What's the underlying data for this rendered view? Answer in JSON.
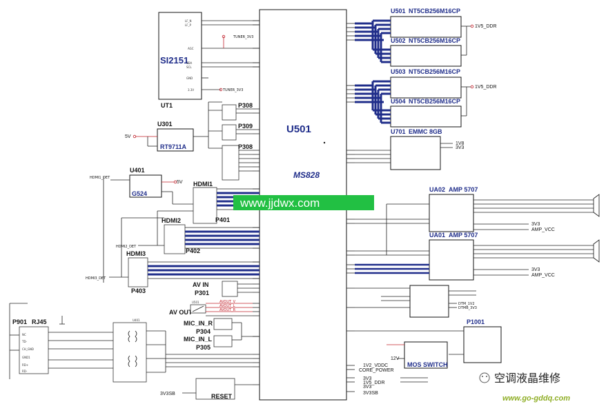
{
  "u501": {
    "ref": "U501",
    "part": "MS828"
  },
  "ut1": {
    "part": "SI2151",
    "ref": "UT1",
    "nets": [
      "TUNER_3V3",
      "TUNER_3V3"
    ]
  },
  "u301": {
    "ref": "U301",
    "part": "RT9711A",
    "rail": "5V"
  },
  "u401": {
    "ref": "U401",
    "part": "G524",
    "rail": "5V",
    "net": "HDMI1_DET"
  },
  "usb_ports": [
    "P308",
    "P309",
    "P308"
  ],
  "hdmi": [
    {
      "label": "HDMI1",
      "ref": "P401"
    },
    {
      "label": "HDMI2",
      "ref": "P402",
      "det": "HDMI2_DET"
    },
    {
      "label": "HDMI3",
      "ref": "P403",
      "det": "HDMI3_DET"
    }
  ],
  "av_in": {
    "label": "AV IN",
    "ref": "P301"
  },
  "av_out": {
    "label": "AV OUT",
    "ref": "U501"
  },
  "mic_in": [
    {
      "label": "MIC_IN_R",
      "ref": "P304"
    },
    {
      "label": "MIC_IN_L",
      "ref": "P305"
    }
  ],
  "rj45": {
    "ref": "P901",
    "part": "RJ45"
  },
  "reset": {
    "label": "RESET",
    "rail": "3V3SB"
  },
  "ddr": [
    {
      "ref": "U501",
      "part": "NT5CB256M16CP"
    },
    {
      "ref": "U502",
      "part": "NT5CB256M16CP"
    },
    {
      "ref": "U503",
      "part": "NT5CB256M16CP"
    },
    {
      "ref": "U504",
      "part": "NT5CB256M16CP"
    }
  ],
  "ddr_rail": "1V5_DDR",
  "emmc": {
    "ref": "U701",
    "part": "EMMC 8GB",
    "rails": [
      "1V8",
      "3V3"
    ]
  },
  "amps": [
    {
      "ref": "UA02",
      "part": "AMP 5707",
      "rails": [
        "3V3",
        "AMP_VCC"
      ]
    },
    {
      "ref": "UA01",
      "part": "AMP 5707",
      "rails": [
        "3V3",
        "AMP_VCC"
      ]
    }
  ],
  "tcon": {
    "nets": [
      "DTM_1V2",
      "DTMB_3V3"
    ]
  },
  "p1001": {
    "ref": "P1001"
  },
  "mos": {
    "label": "MOS SWITCH",
    "rail": "12V"
  },
  "power_nets": [
    "1V2_VDDC",
    "CORE_POWER",
    "3V3",
    "1V5_DDR",
    "3V3",
    "3V3SB"
  ],
  "watermark": {
    "url": "www.jjdwx.com",
    "brand": "空调液晶维修",
    "site": "www.go-gddq.com"
  },
  "colors": {
    "bus": "#1f2d8a",
    "wire": "#222222",
    "net_red": "#c0202a",
    "watermark_bg": "#22c043"
  }
}
